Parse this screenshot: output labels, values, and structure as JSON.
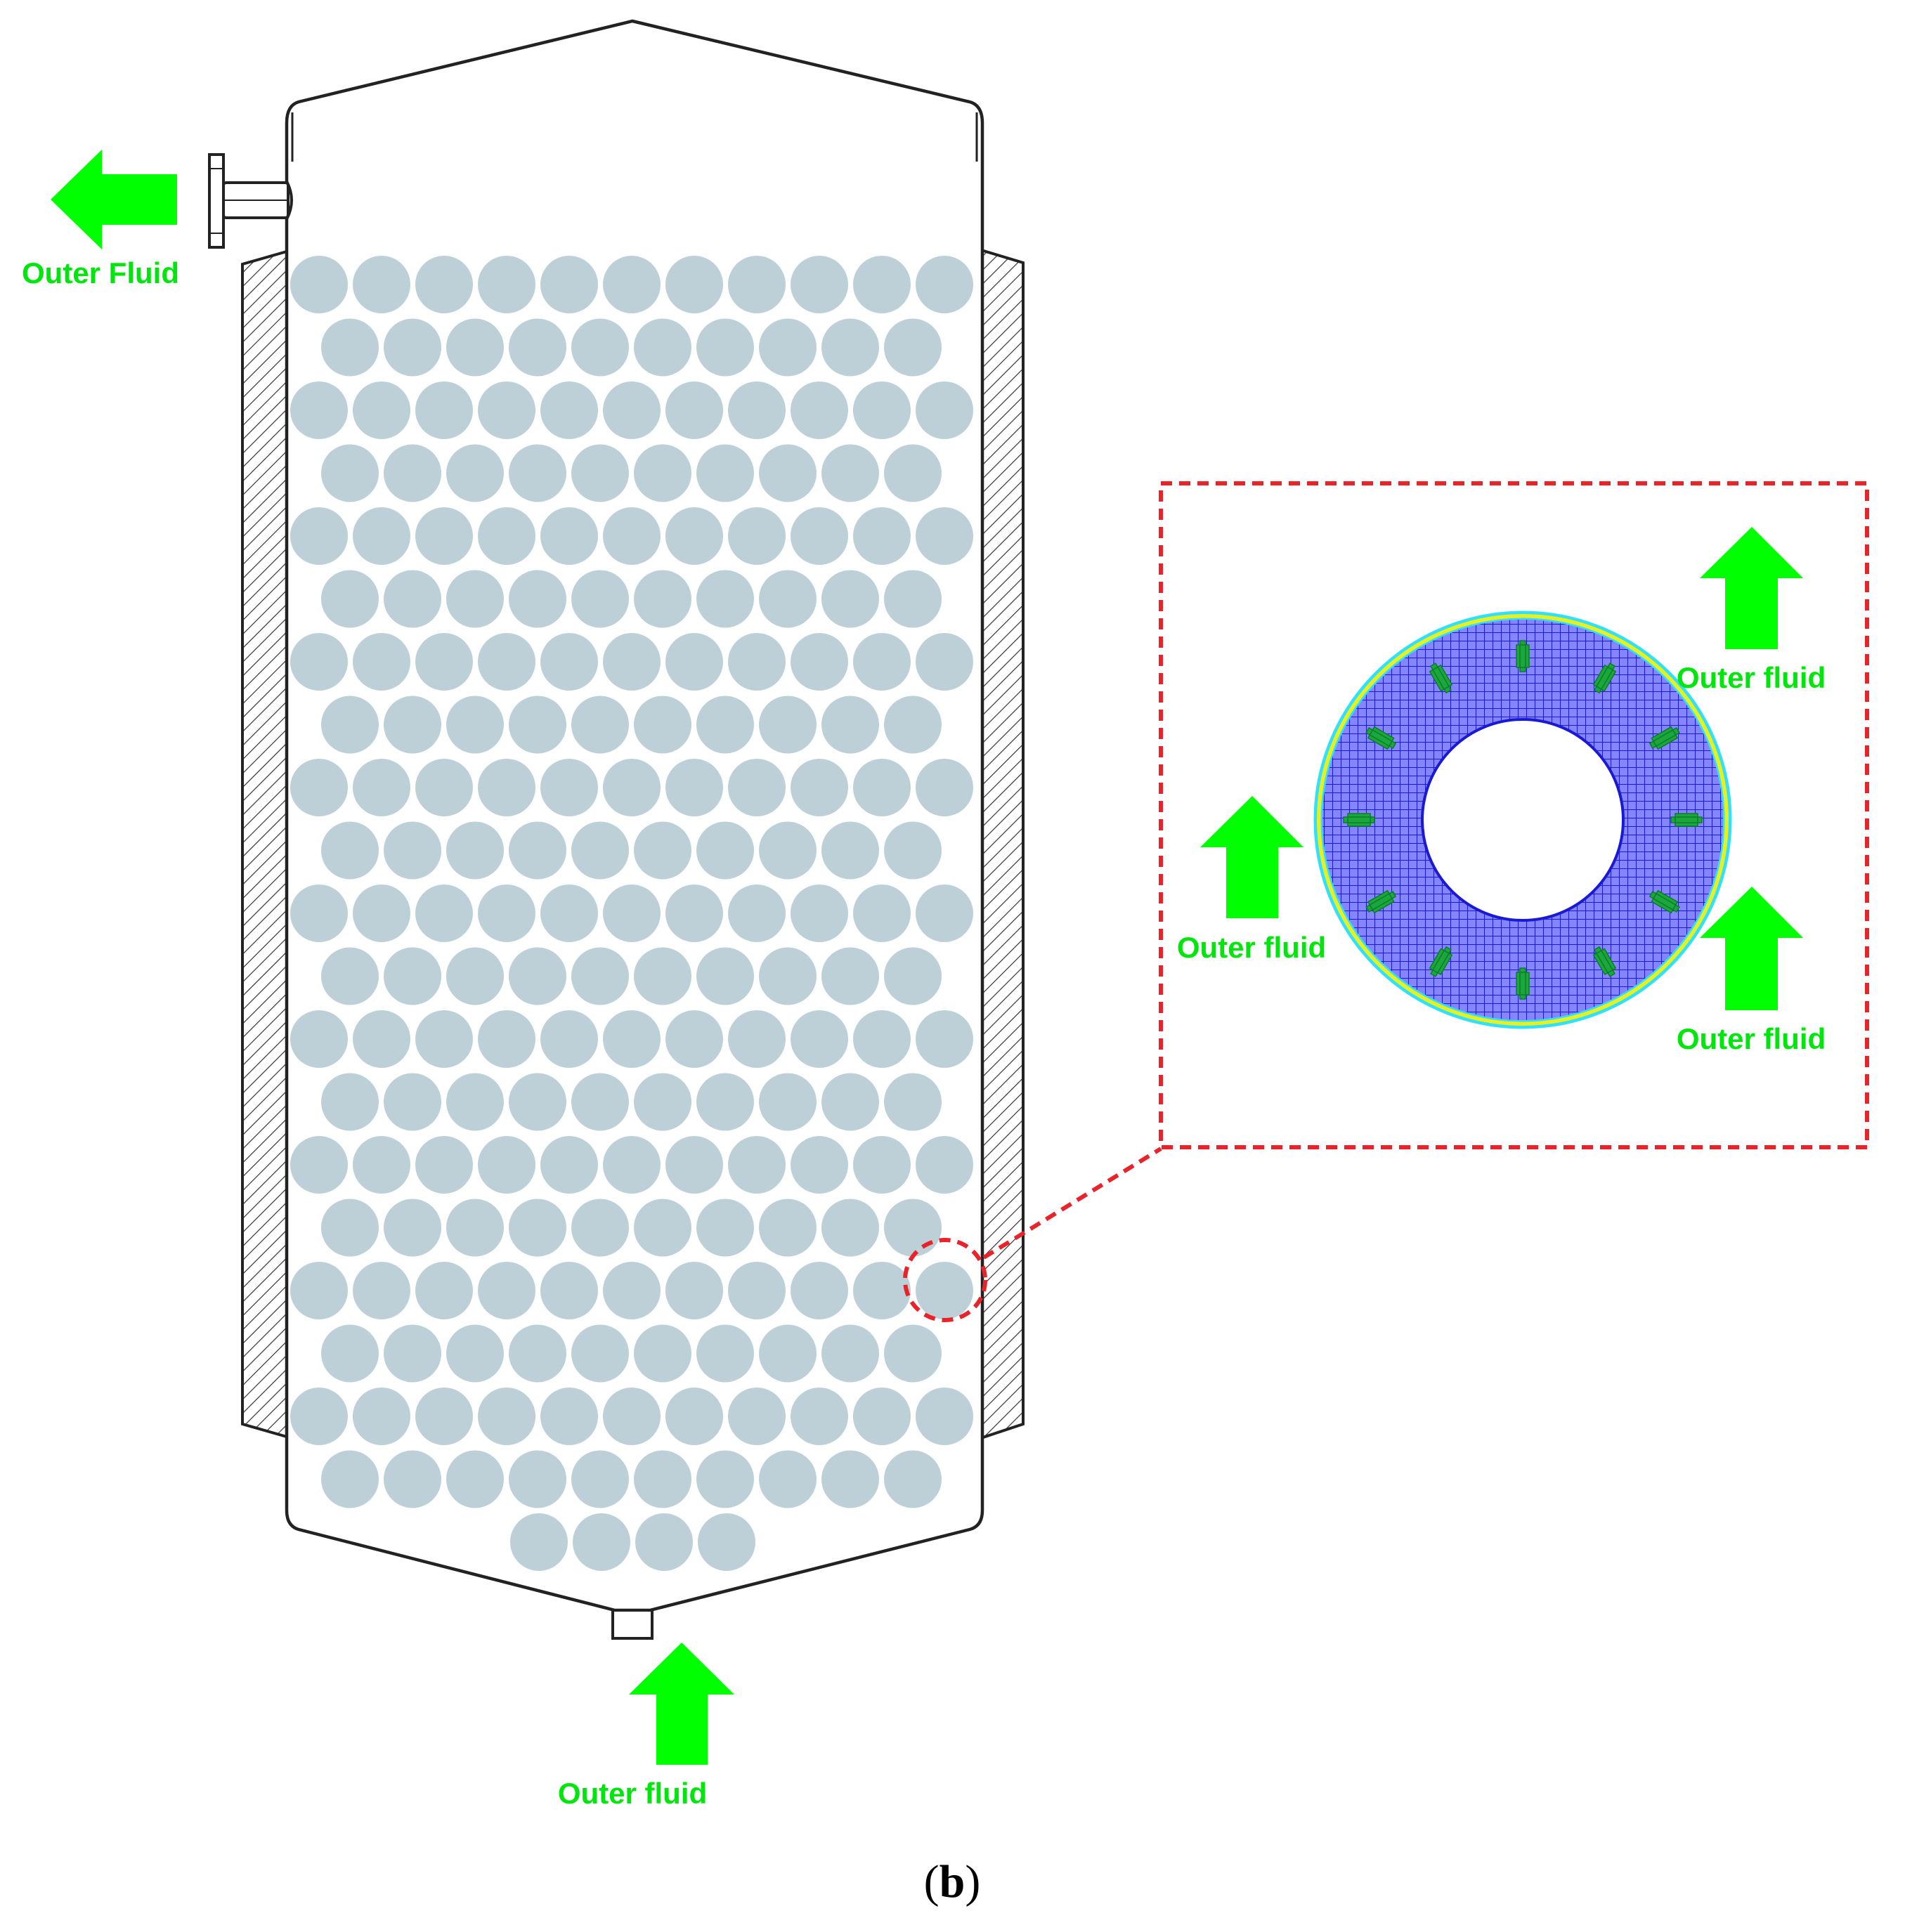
{
  "labels": {
    "top_left": "Outer Fluid",
    "bottom": "Outer fluid",
    "inset_top_right": "Outer fluid",
    "inset_left": "Outer fluid",
    "inset_bottom_right": "Outer fluid"
  },
  "caption": {
    "open": "(",
    "letter": "b",
    "close": ")"
  },
  "colors": {
    "arrow": "#00ff00",
    "arrow_text": "#00e60d",
    "particle": "#bdd0d8",
    "zoom_outline": "#e8242a",
    "mesh_fill": "#7a7aff",
    "mesh_line": "#1a1ad4",
    "ring_outer": "#2fe0ff",
    "ring_inner": "#e8f020",
    "wall_outline": "#222222"
  },
  "icons": {
    "arrows": "block-arrow-icon",
    "particles": "sphere-particle-icon"
  }
}
